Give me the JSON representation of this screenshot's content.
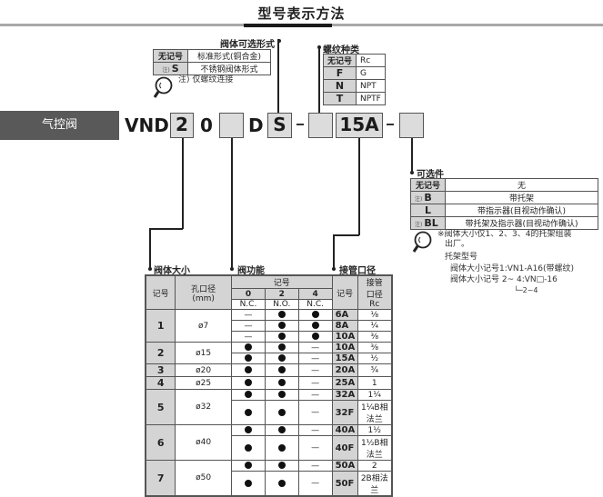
{
  "page": {
    "title": "型号表示方法"
  },
  "category": "气控阀",
  "model_code": {
    "prefix": "VND",
    "parts": [
      {
        "name": "body-size",
        "value": "2",
        "boxed": true
      },
      {
        "name": "fixed-zero",
        "value": "0",
        "boxed": false
      },
      {
        "name": "valve-function",
        "value": "",
        "boxed": true
      },
      {
        "name": "fixed-d",
        "value": "D",
        "boxed": false
      },
      {
        "name": "body-option",
        "value": "S",
        "boxed": true
      },
      {
        "name": "dash1",
        "value": "-"
      },
      {
        "name": "thread-type",
        "value": "",
        "boxed": true
      },
      {
        "name": "port-size",
        "value": "15A",
        "boxed": true
      },
      {
        "name": "dash2",
        "value": "-"
      },
      {
        "name": "options",
        "value": "",
        "boxed": true
      }
    ]
  },
  "body_option": {
    "label": "阀体可选形式",
    "rows": [
      {
        "key": "无记号",
        "note_mark": "",
        "desc": "标准形式(铜合金)"
      },
      {
        "key": "S",
        "note_mark": "注)",
        "desc": "不锈钢阀体形式"
      }
    ],
    "note": "注) 仅螺纹连接"
  },
  "thread_type": {
    "label": "螺纹种类",
    "rows": [
      {
        "key": "无记号",
        "desc": "Rc"
      },
      {
        "key": "F",
        "desc": "G"
      },
      {
        "key": "N",
        "desc": "NPT"
      },
      {
        "key": "T",
        "desc": "NPTF"
      }
    ]
  },
  "options": {
    "label": "可选件",
    "rows": [
      {
        "key": "无记号",
        "note_mark": "",
        "desc": "无"
      },
      {
        "key": "B",
        "note_mark": "注)",
        "desc": "带托架"
      },
      {
        "key": "L",
        "note_mark": "",
        "desc": "带指示器(目视动作确认)"
      },
      {
        "key": "BL",
        "note_mark": "注)",
        "desc": "带托架及指示器(目视动作确认)"
      }
    ],
    "notes": [
      "※阀体大小仅1、2、3、4的托架组装",
      "出厂。",
      "托架型号",
      "阀体大小记号1:VN1-A16(带螺纹)",
      "阀体大小记号 2~ 4:VN□-16",
      "└─2~4"
    ]
  },
  "section_labels": {
    "body_size": "阀体大小",
    "valve_function": "阀功能",
    "port_size": "接管口径"
  },
  "main_table": {
    "headers": {
      "size_code": "记号",
      "orifice": "孔口径",
      "orifice_unit": "(mm)",
      "function_code": "记号",
      "func_cols": [
        {
          "code": "0",
          "type": "N.C."
        },
        {
          "code": "2",
          "type": "N.O."
        },
        {
          "code": "4",
          "type": "N.C."
        }
      ],
      "port_code": "记号",
      "port_size": "接管",
      "port_size2": "口径",
      "port_size3": "Rc"
    },
    "groups": [
      {
        "size": "1",
        "orifice": "ø7",
        "rows": [
          {
            "f0": "—",
            "f2": "●",
            "f4": "●",
            "port": "6A",
            "rc": "⅛"
          },
          {
            "f0": "—",
            "f2": "●",
            "f4": "●",
            "port": "8A",
            "rc": "¼"
          },
          {
            "f0": "—",
            "f2": "●",
            "f4": "●",
            "port": "10A",
            "rc": "⅜"
          }
        ]
      },
      {
        "size": "2",
        "orifice": "ø15",
        "rows": [
          {
            "f0": "●",
            "f2": "●",
            "f4": "—",
            "port": "10A",
            "rc": "⅜"
          },
          {
            "f0": "●",
            "f2": "●",
            "f4": "—",
            "port": "15A",
            "rc": "½"
          }
        ]
      },
      {
        "size": "3",
        "orifice": "ø20",
        "rows": [
          {
            "f0": "●",
            "f2": "●",
            "f4": "—",
            "port": "20A",
            "rc": "¾"
          }
        ]
      },
      {
        "size": "4",
        "orifice": "ø25",
        "rows": [
          {
            "f0": "●",
            "f2": "●",
            "f4": "—",
            "port": "25A",
            "rc": "1"
          }
        ]
      },
      {
        "size": "5",
        "orifice": "ø32",
        "rows": [
          {
            "f0": "●",
            "f2": "●",
            "f4": "—",
            "port": "32A",
            "rc": "1¼"
          },
          {
            "f0": "●",
            "f2": "●",
            "f4": "—",
            "port": "32F",
            "rc": "1¼B相法兰"
          }
        ]
      },
      {
        "size": "6",
        "orifice": "ø40",
        "rows": [
          {
            "f0": "●",
            "f2": "●",
            "f4": "—",
            "port": "40A",
            "rc": "1½"
          },
          {
            "f0": "●",
            "f2": "●",
            "f4": "—",
            "port": "40F",
            "rc": "1½B相法兰"
          }
        ]
      },
      {
        "size": "7",
        "orifice": "ø50",
        "rows": [
          {
            "f0": "●",
            "f2": "●",
            "f4": "—",
            "port": "50A",
            "rc": "2"
          },
          {
            "f0": "●",
            "f2": "●",
            "f4": "—",
            "port": "50F",
            "rc": "2B相法兰"
          }
        ]
      }
    ]
  }
}
